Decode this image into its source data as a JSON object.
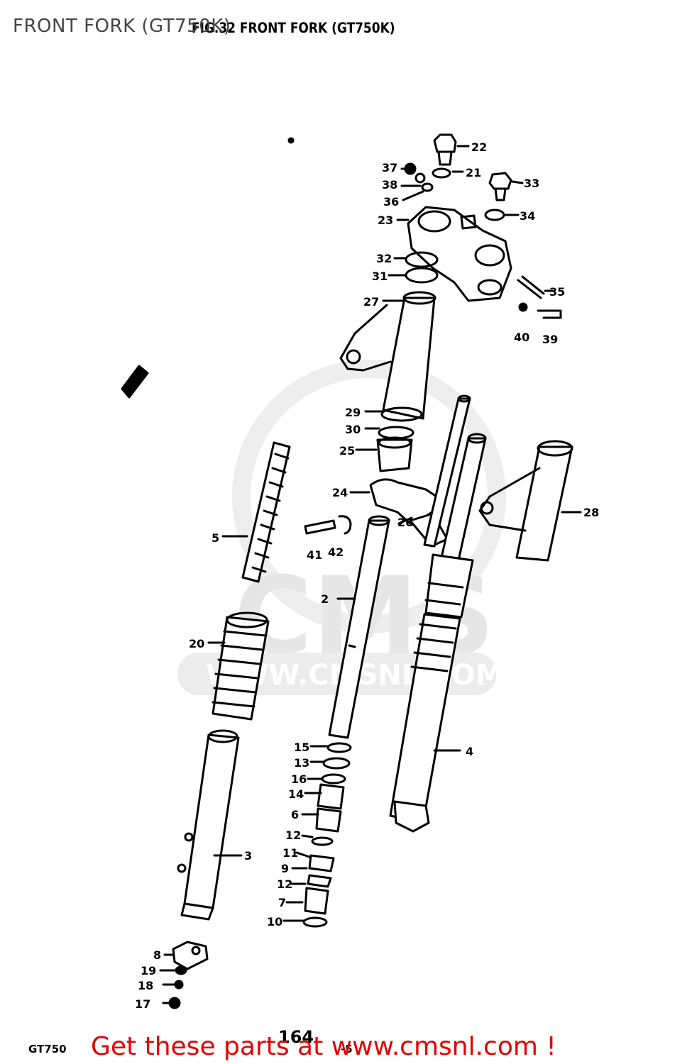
{
  "page_label": "FRONT FORK (GT750K)",
  "figure_title": "FIG.32   FRONT FORK (GT750K)",
  "model_code": "GT750",
  "model_code_right": "-5",
  "page_number": "164",
  "watermark": {
    "logo_text": "CMS",
    "url_text": "WWW.CMSNL.COM"
  },
  "cta_text": "Get these parts at www.cmsnl.com !",
  "colors": {
    "cta": "#e60000",
    "watermark": "#e6e6e6",
    "line": "#000000"
  },
  "part_numbers": {
    "p22": "22",
    "p21": "21",
    "p37": "37",
    "p38": "38",
    "p36": "36",
    "p33": "33",
    "p34": "34",
    "p23": "23",
    "p32": "32",
    "p31": "31",
    "p27": "27",
    "p35": "35",
    "p40": "40",
    "p39": "39",
    "p29": "29",
    "p30": "30",
    "p25": "25",
    "p24": "24",
    "p26": "26",
    "p28": "28",
    "p5": "5",
    "p41": "41",
    "p42": "42",
    "p2": "2",
    "p20": "20",
    "p4": "4",
    "p15": "15",
    "p13": "13",
    "p16": "16",
    "p14": "14",
    "p6": "6",
    "p12a": "12",
    "p11": "11",
    "p9": "9",
    "p12b": "12",
    "p7": "7",
    "p10": "10",
    "p3": "3",
    "p8": "8",
    "p19": "19",
    "p18": "18",
    "p17": "17"
  }
}
